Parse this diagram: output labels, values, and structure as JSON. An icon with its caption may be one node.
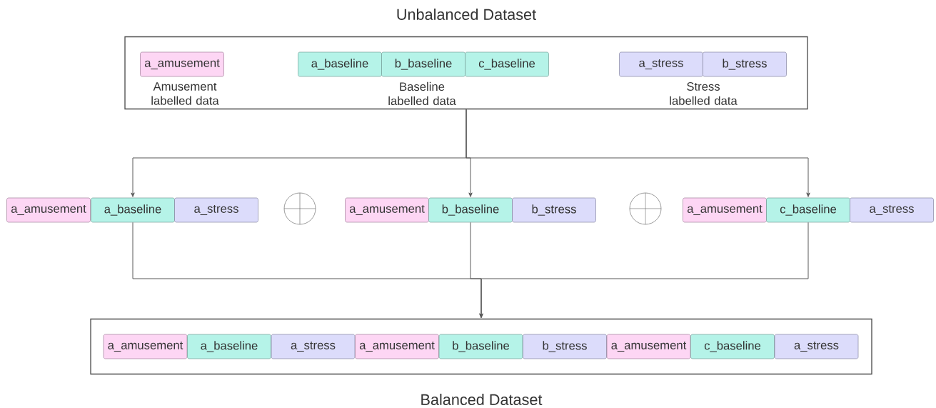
{
  "diagram": {
    "nodes": [
      {
        "text": [
          "Unbalanced Dataset"
        ]
      },
      {
        "text": [
          "a_amusement"
        ],
        "in": 0
      },
      {
        "text": [
          "a_baseline"
        ],
        "in": 0
      },
      {
        "text": [
          "b_baseline"
        ],
        "in": 0
      },
      {
        "text": [
          "c_baseline"
        ],
        "in": 0
      },
      {
        "text": [
          "a_stress"
        ],
        "in": 0
      },
      {
        "text": [
          "b_stress"
        ],
        "in": 0
      },
      {
        "text": [
          "a_amusement"
        ]
      },
      {
        "text": [
          "a_baseline"
        ]
      },
      {
        "text": [
          "a_stress"
        ]
      },
      {
        "text": [],
        "shape": "circle"
      },
      {
        "text": [
          "a_amusement"
        ]
      },
      {
        "text": [
          "b_baseline"
        ]
      },
      {
        "text": [
          "b_stress"
        ]
      },
      {
        "text": [],
        "shape": "circle"
      },
      {
        "text": [
          "a_amusement"
        ]
      },
      {
        "text": [
          "c_baseline"
        ]
      },
      {
        "text": [
          "a_stress"
        ]
      },
      {
        "text": [
          "Balanced Dataset"
        ]
      },
      {
        "text": [
          "a_amusement"
        ],
        "in": 18
      },
      {
        "text": [
          "a_baseline"
        ],
        "in": 18
      },
      {
        "text": [
          "a_stress"
        ],
        "in": 18
      },
      {
        "text": [
          "a_amusement"
        ],
        "in": 18
      },
      {
        "text": [
          "b_baseline"
        ],
        "in": 18
      },
      {
        "text": [
          "b_stress"
        ],
        "in": 18
      },
      {
        "text": [
          "a_amusement"
        ],
        "in": 18
      },
      {
        "text": [
          "c_baseline"
        ],
        "in": 18
      },
      {
        "text": [
          "a_stress"
        ],
        "in": 18
      }
    ],
    "edges": [
      {
        "from": 0,
        "to": 8,
        "arrow": "to"
      },
      {
        "from": 0,
        "to": 12,
        "arrow": "to"
      },
      {
        "from": 0,
        "to": 16,
        "arrow": "to"
      },
      {
        "from": 8,
        "to": 18,
        "arrow": "to"
      },
      {
        "from": 12,
        "to": 18,
        "arrow": "to"
      },
      {
        "from": 16,
        "to": 18,
        "arrow": "to"
      }
    ],
    "labels": [
      "Amusement labelled data",
      "Baseline labelled data",
      "Stress labelled data"
    ]
  }
}
